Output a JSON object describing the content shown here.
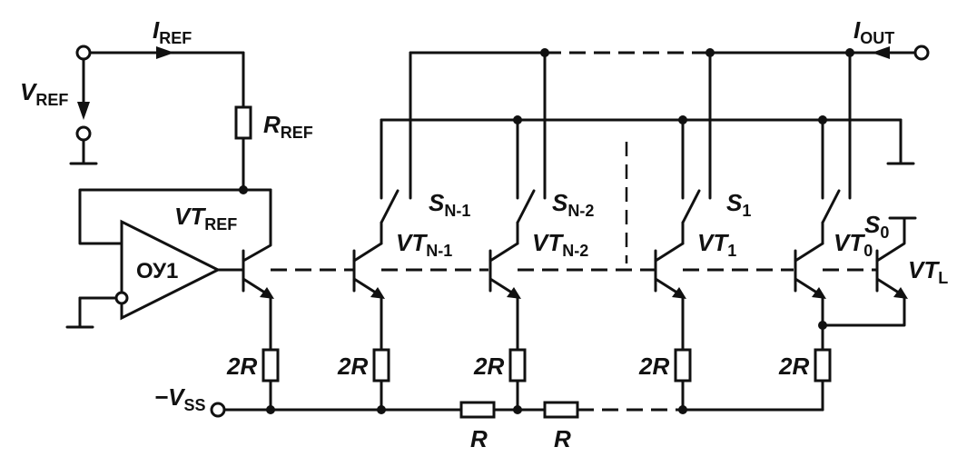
{
  "labels": {
    "i_ref": {
      "main": "I",
      "sub": "REF"
    },
    "v_ref": {
      "main": "V",
      "sub": "REF"
    },
    "r_ref": {
      "main": "R",
      "sub": "REF"
    },
    "vt_ref": {
      "main": "VT",
      "sub": "REF"
    },
    "i_out": {
      "main": "I",
      "sub": "OUT"
    },
    "v_ss": {
      "main": "−V",
      "sub": "SS"
    },
    "opamp": "ОУ1",
    "switches": [
      {
        "main": "S",
        "sub": "N-1"
      },
      {
        "main": "S",
        "sub": "N-2"
      },
      {
        "main": "S",
        "sub": "1"
      },
      {
        "main": "S",
        "sub": "0"
      }
    ],
    "transistors": [
      {
        "main": "VT",
        "sub": "N-1"
      },
      {
        "main": "VT",
        "sub": "N-2"
      },
      {
        "main": "VT",
        "sub": "1"
      },
      {
        "main": "VT",
        "sub": "0"
      },
      {
        "main": "VT",
        "sub": "L"
      }
    ],
    "resistor_2r": "2R",
    "resistor_r": "R"
  }
}
